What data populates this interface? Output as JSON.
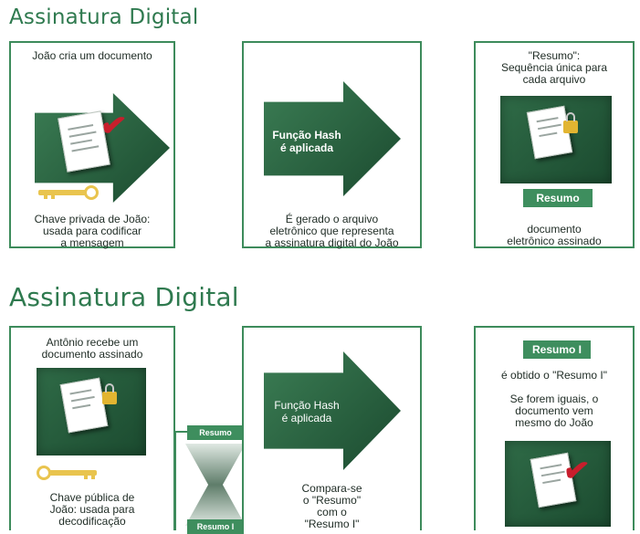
{
  "section1": {
    "title": "Assinatura Digital",
    "panel1": {
      "caption_top": "João cria um documento",
      "caption_bottom": [
        "Chave privada de João:",
        "usada para codificar",
        "a mensagem"
      ]
    },
    "panel2": {
      "arrow_text": [
        "Função Hash",
        "é aplicada"
      ],
      "caption_bottom": [
        "É gerado o arquivo",
        "eletrônico que representa",
        "a assinatura digital do João"
      ]
    },
    "panel3": {
      "caption_top": [
        "\"Resumo\":",
        "Sequência única para",
        "cada arquivo"
      ],
      "badge": "Resumo",
      "caption_bottom": [
        "documento",
        "eletrônico assinado"
      ]
    }
  },
  "section2": {
    "title": "Assinatura Digital",
    "panel1": {
      "caption_top": [
        "Antônio recebe um",
        "documento assinado"
      ],
      "caption_bottom": [
        "Chave pública de",
        "João: usada para",
        "decodificação"
      ]
    },
    "compare": {
      "top_label": "Resumo",
      "bottom_label": "Resumo I"
    },
    "panel2": {
      "arrow_text": [
        "Função Hash",
        "é aplicada"
      ],
      "caption_bottom": [
        "Compara-se",
        "o \"Resumo\"",
        "com o",
        "\"Resumo I\""
      ]
    },
    "panel3": {
      "badge": "Resumo I",
      "line1": "é obtido o \"Resumo I\"",
      "line2": [
        "Se forem iguais, o",
        "documento vem",
        "mesmo do João"
      ]
    }
  },
  "colors": {
    "accent": "#3d8b5b",
    "dark_green": "#1b4a2f",
    "check_red": "#c81e2c",
    "key_gold": "#e9c44e",
    "lock_gold": "#e2b531"
  },
  "icons": [
    "document-icon",
    "checkmark-icon",
    "padlock-icon",
    "key-icon",
    "arrow-icon"
  ]
}
